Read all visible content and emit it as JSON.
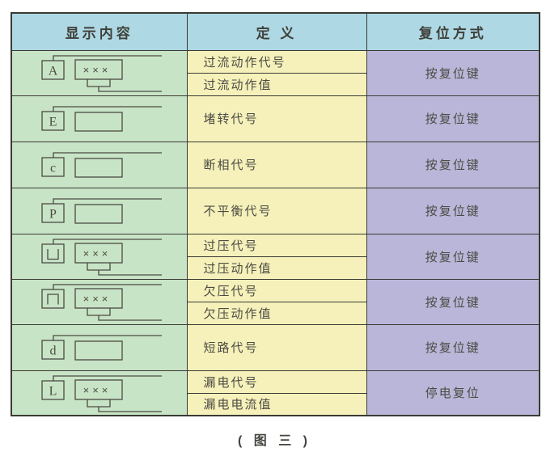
{
  "figure": {
    "caption": "( 图 三 )"
  },
  "table": {
    "headers": [
      "显示内容",
      "定 义",
      "复位方式"
    ],
    "display_placeholder": "×××",
    "rows": [
      {
        "symbol": "A",
        "display": "×××",
        "definitions": [
          "过流动作代号",
          "过流动作值"
        ],
        "reset": "按复位键"
      },
      {
        "symbol": "E",
        "display": "",
        "definitions": [
          "堵转代号"
        ],
        "reset": "按复位键"
      },
      {
        "symbol": "c",
        "display": "",
        "definitions": [
          "断相代号"
        ],
        "reset": "按复位键"
      },
      {
        "symbol": "P",
        "display": "",
        "definitions": [
          "不平衡代号"
        ],
        "reset": "按复位键"
      },
      {
        "symbol_icon": "open-top-square",
        "display": "×××",
        "definitions": [
          "过压代号",
          "过压动作值"
        ],
        "reset": "按复位键"
      },
      {
        "symbol_icon": "open-bottom-square",
        "display": "×××",
        "definitions": [
          "欠压代号",
          "欠压动作值"
        ],
        "reset": "按复位键"
      },
      {
        "symbol": "d",
        "display": "",
        "definitions": [
          "短路代号"
        ],
        "reset": "按复位键"
      },
      {
        "symbol": "L",
        "display": "×××",
        "definitions": [
          "漏电代号",
          "漏电电流值"
        ],
        "reset": "停电复位"
      }
    ]
  },
  "colors": {
    "header_bg": "#aed8e4",
    "symbol_col_bg": "#c8e4c6",
    "definition_col_bg": "#f6f1ba",
    "reset_col_bg": "#bab6d9",
    "border": "#3a3a35",
    "text": "#4b4b44"
  }
}
